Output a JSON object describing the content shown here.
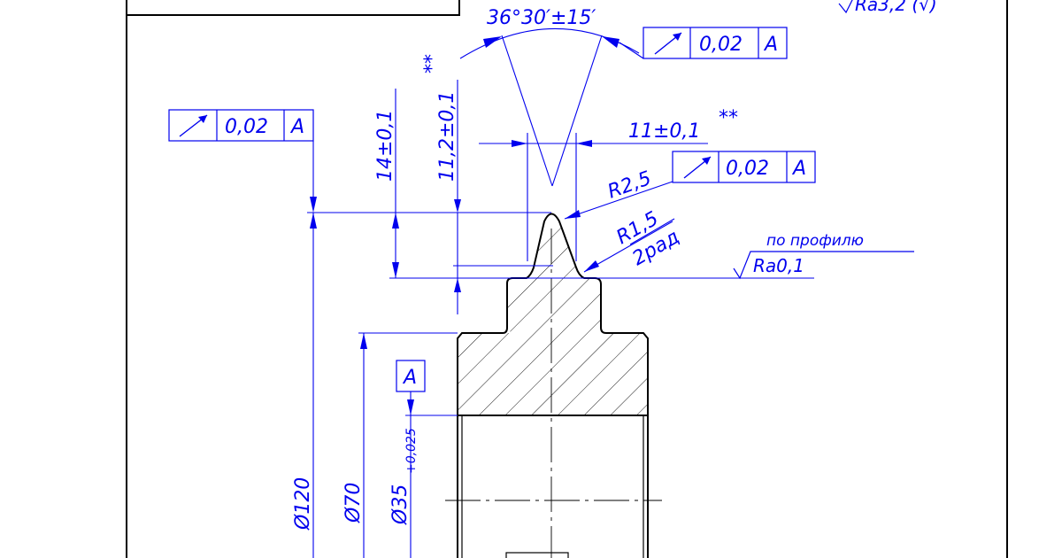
{
  "dimensions": {
    "angle": "36°30′±15′",
    "height_14": "14±0,1",
    "height_11_2": "11,2±0,1",
    "height_11_2_mark": "**",
    "width_11": "11±0,1",
    "width_11_mark": "**",
    "radius_r2_5": "R2,5",
    "radius_r1_5": "R1,5",
    "radius_r1_5_note": "2рад",
    "dia_120": "Ø120",
    "dia_70": "Ø70",
    "dia_35": "Ø35",
    "dia_35_tol": "+0,025"
  },
  "runout_frames": [
    {
      "tolerance": "0,02",
      "datum": "A",
      "symbol": "runout-arrow"
    },
    {
      "tolerance": "0,02",
      "datum": "A",
      "symbol": "runout-arrow"
    },
    {
      "tolerance": "0,02",
      "datum": "A",
      "symbol": "runout-arrow"
    }
  ],
  "datum_label": "A",
  "surface_finish": {
    "profile_note": "по профилю",
    "profile_value": "Ra0,1",
    "general_value": "Ra3,2 (√)"
  },
  "colors": {
    "part_outline": "#000000",
    "annotation": "#0000ee",
    "background": "#ffffff"
  }
}
